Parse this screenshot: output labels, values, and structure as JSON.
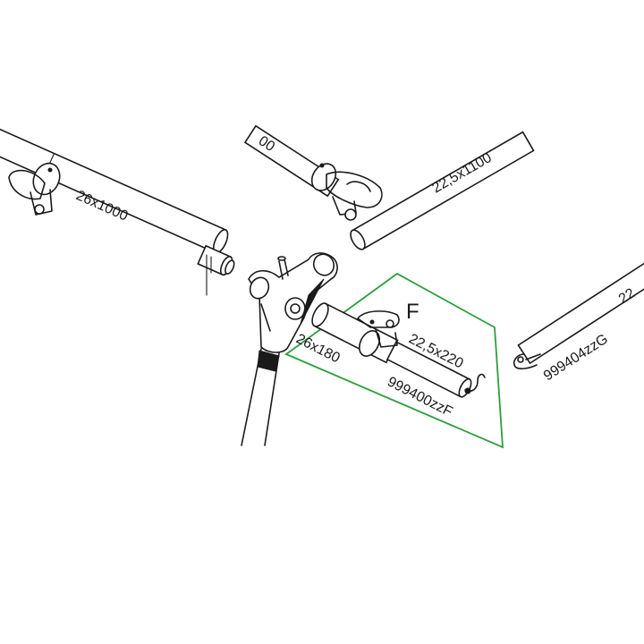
{
  "detail": {
    "letter": "F",
    "highlight_color": "#2e9e3e"
  },
  "labels": {
    "left_pole": "26x1000",
    "top_pole": "22,5x1100",
    "top_pole_partial": "00",
    "detail_tube_large": "26x180",
    "detail_tube_small": "22,5x220",
    "detail_part_number": "999400zzF",
    "right_part_number": "999404zzG",
    "right_pole_partial": "22"
  }
}
